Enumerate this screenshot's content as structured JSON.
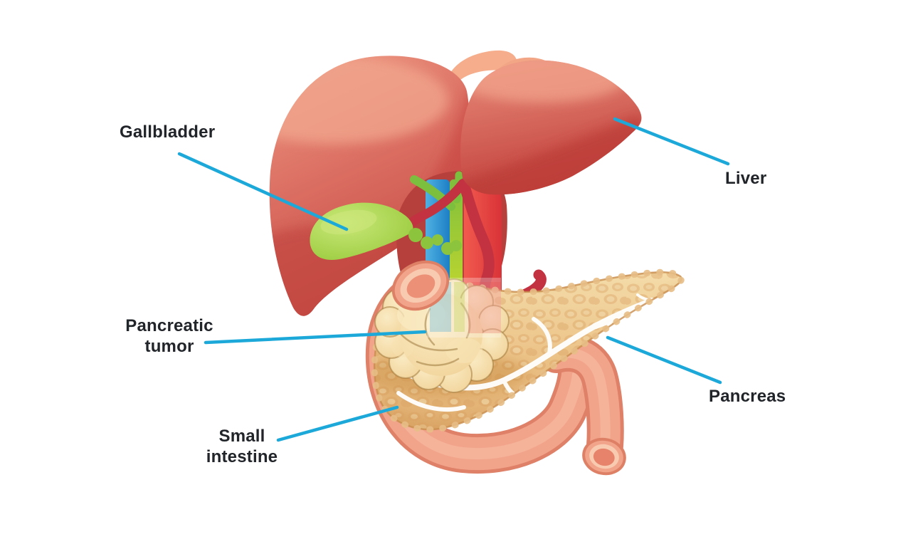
{
  "palette": {
    "background": "#FFFFFF",
    "label_text": "#212429",
    "leader_line": "#1CA9D9",
    "liver_red": "#D05A50",
    "liver_dark_red": "#B8423E",
    "caudate_peach": "#F5AD8B",
    "gallbladder_green": "#9ECD43",
    "bile_duct_green": "#7CBE3D",
    "bile_duct_yellow": "#D6DE2B",
    "portal_vein_blue": "#2E9FD9",
    "aorta_red": "#E84440",
    "artery_dark_red": "#C23240",
    "intestine_pink": "#F2A48B",
    "pancreas_tan": "#EFC893",
    "pancreas_outline": "#C88C4C",
    "tumor_cream": "#F5DBA2",
    "duct_white": "#FFFFFF"
  },
  "labels": {
    "gallbladder": {
      "text": "Gallbladder"
    },
    "liver": {
      "text": "Liver"
    },
    "pancreatic_tumor": {
      "line1": "Pancreatic",
      "line2": "tumor"
    },
    "pancreas": {
      "text": "Pancreas"
    },
    "small_intestine": {
      "line1": "Small",
      "line2": "intestine"
    }
  }
}
